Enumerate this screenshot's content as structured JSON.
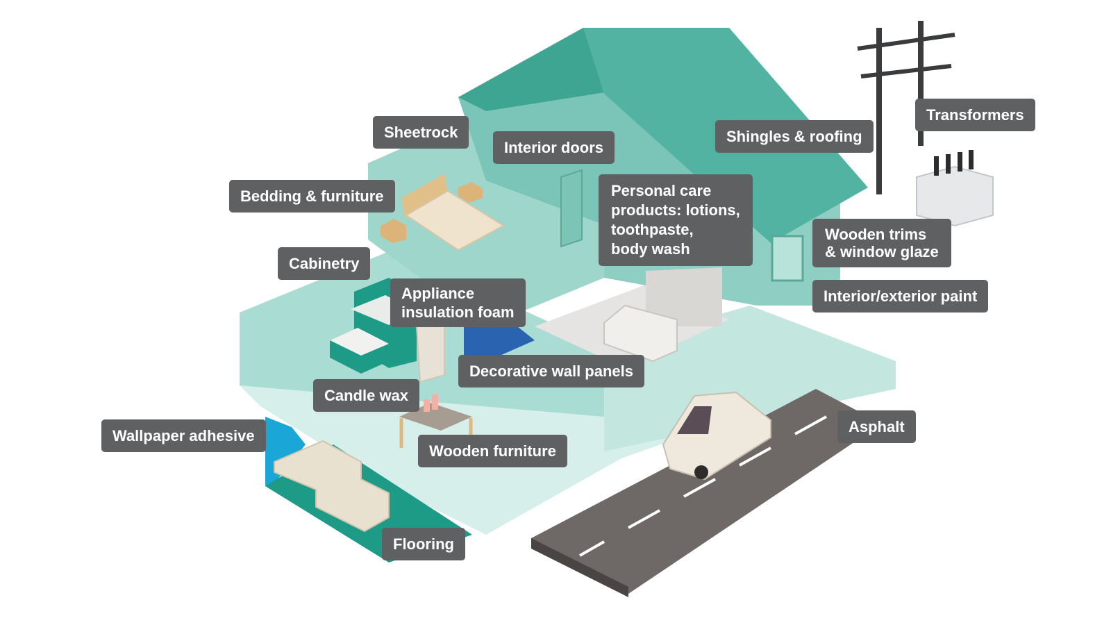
{
  "labels": {
    "sheetrock": "Sheetrock",
    "interior_doors": "Interior doors",
    "shingles_roofing": "Shingles & roofing",
    "transformers": "Transformers",
    "bedding_furniture": "Bedding & furniture",
    "personal_care_1": "Personal care",
    "personal_care_2": "products: lotions,",
    "personal_care_3": "toothpaste,",
    "personal_care_4": "body wash",
    "wooden_trims_1": "Wooden trims",
    "wooden_trims_2": "& window glaze",
    "cabinetry": "Cabinetry",
    "appliance_foam_1": "Appliance",
    "appliance_foam_2": "insulation foam",
    "interior_exterior_paint": "Interior/exterior paint",
    "decorative_wall_panels": "Decorative wall panels",
    "candle_wax": "Candle wax",
    "asphalt": "Asphalt",
    "wallpaper_adhesive": "Wallpaper adhesive",
    "wooden_furniture": "Wooden furniture",
    "flooring": "Flooring"
  },
  "colors": {
    "roof_dark": "#3fa593",
    "roof_light": "#52b3a2",
    "wall_teal": "#a9dcd2",
    "wall_pale": "#cdece6",
    "floor_pale": "#d6efea",
    "road": "#6e6867",
    "label_bg": "#5f6062",
    "pole": "#3a3b3d"
  }
}
